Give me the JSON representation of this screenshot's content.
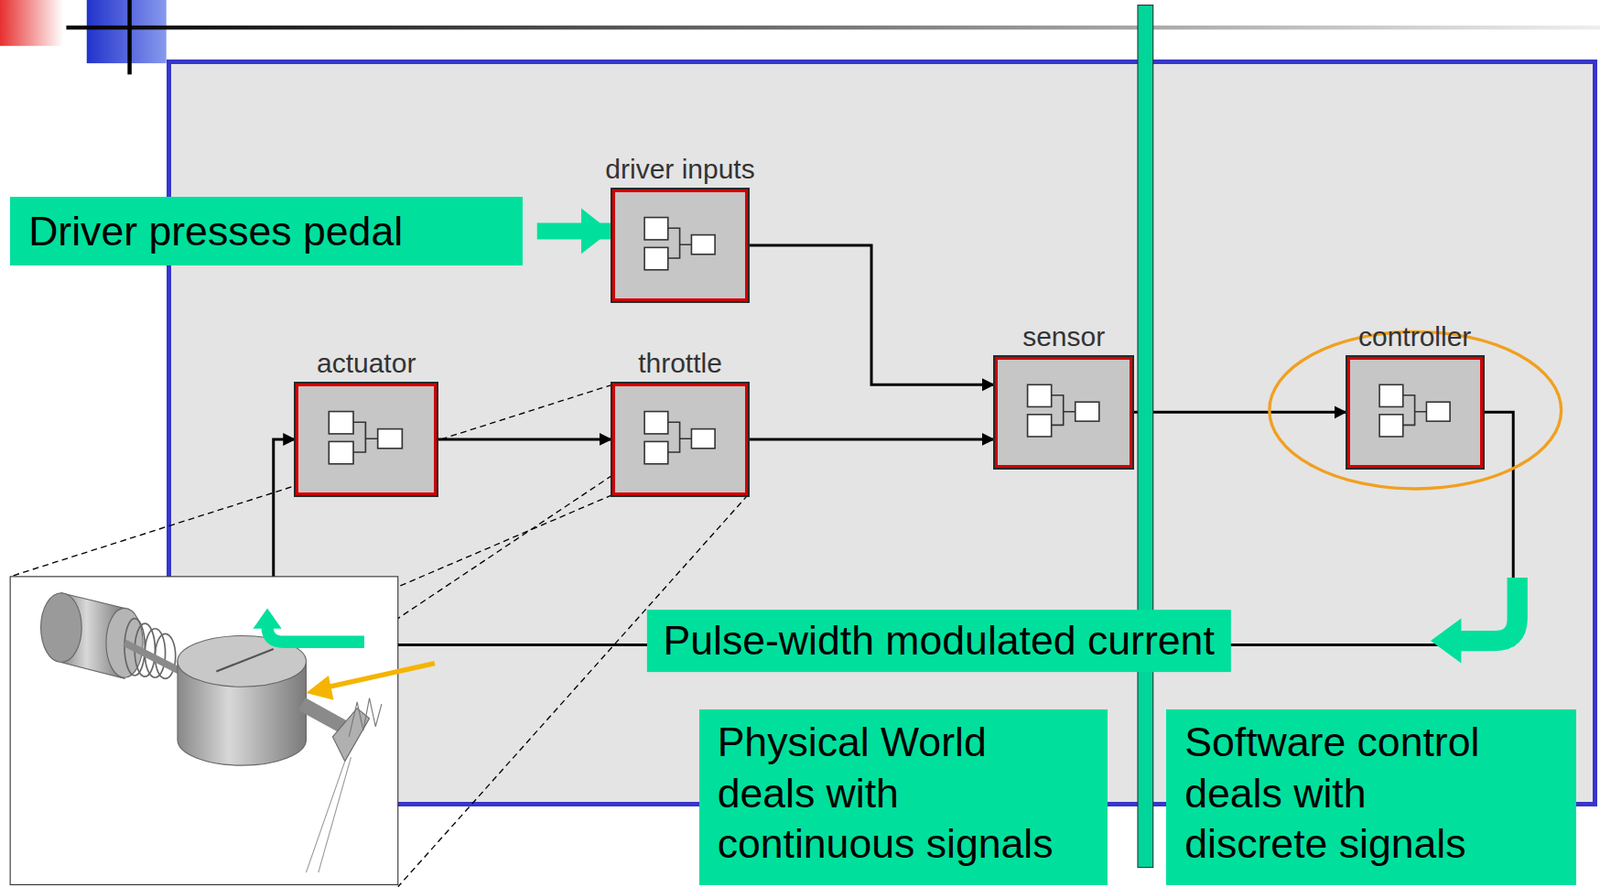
{
  "diagram": {
    "nodes": [
      {
        "text": [
          "Driver presses pedal"
        ]
      },
      {
        "text": [
          "driver inputs"
        ]
      },
      {
        "text": [
          "actuator"
        ]
      },
      {
        "text": [
          "throttle"
        ]
      },
      {
        "text": [
          "sensor"
        ]
      },
      {
        "text": [
          "controller"
        ]
      },
      {
        "text": [
          "Physical World deals with continuous signals"
        ]
      },
      {
        "text": [
          "Software control deals with discrete signals"
        ]
      }
    ],
    "edges": [
      {
        "from": 0,
        "to": 1,
        "arrow": "to"
      },
      {
        "from": 1,
        "to": 4,
        "arrow": "to"
      },
      {
        "from": 2,
        "to": 3,
        "arrow": "to"
      },
      {
        "from": 3,
        "to": 4,
        "arrow": "to"
      },
      {
        "from": 4,
        "to": 5,
        "arrow": "to"
      },
      {
        "from": 5,
        "to": 2,
        "label": "Pulse-width modulated current",
        "arrow": "to"
      }
    ]
  }
}
